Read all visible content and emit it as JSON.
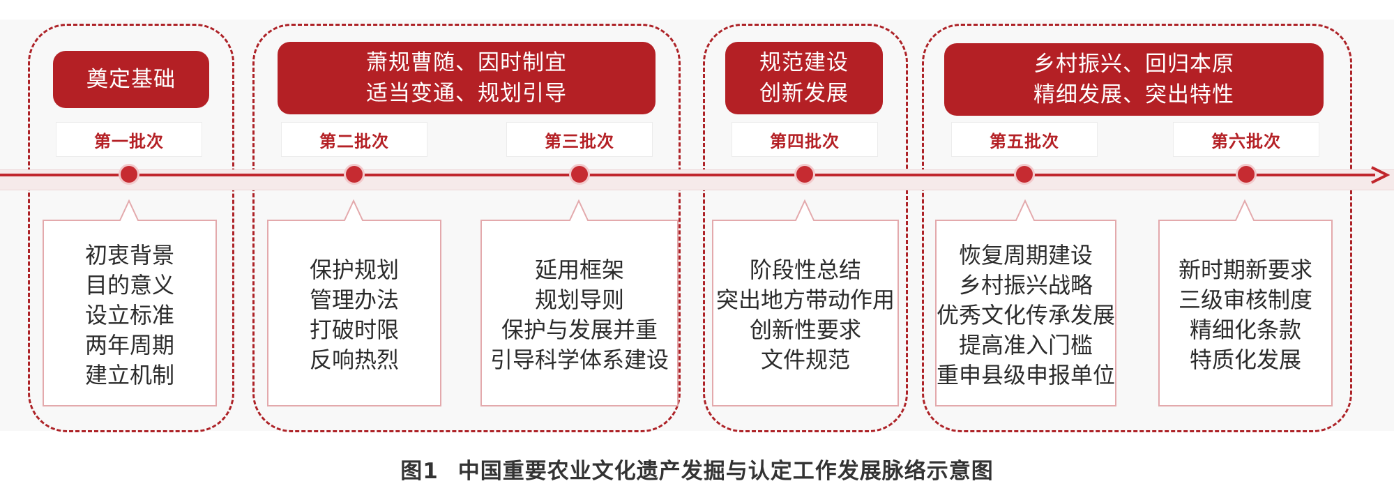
{
  "themes": [
    {
      "lines": [
        "奠定基础"
      ]
    },
    {
      "lines": [
        "萧规曹随、因时制宜",
        "适当变通、规划引导"
      ]
    },
    {
      "lines": [
        "规范建设",
        "创新发展"
      ]
    },
    {
      "lines": [
        "乡村振兴、回归本原",
        "精细发展、突出特性"
      ]
    }
  ],
  "batches": [
    "第一批次",
    "第二批次",
    "第三批次",
    "第四批次",
    "第五批次",
    "第六批次"
  ],
  "bubbles": [
    [
      "初衷背景",
      "目的意义",
      "设立标准",
      "两年周期",
      "建立机制"
    ],
    [
      "保护规划",
      "管理办法",
      "打破时限",
      "反响热烈"
    ],
    [
      "延用框架",
      "规划导则",
      "保护与发展并重",
      "引导科学体系建设"
    ],
    [
      "阶段性总结",
      "突出地方带动作用",
      "创新性要求",
      "文件规范"
    ],
    [
      "恢复周期建设",
      "乡村振兴战略",
      "优秀文化传承发展",
      "提高准入门槛",
      "重申县级申报单位"
    ],
    [
      "新时期新要求",
      "三级审核制度",
      "精细化条款",
      "特质化发展"
    ]
  ],
  "caption": {
    "figure_label": "图1",
    "title": "中国重要农业文化遗产发掘与认定工作发展脉络示意图"
  },
  "colors": {
    "accent": "#b42025",
    "node": "#c62b31",
    "text": "#2b2b2b"
  }
}
